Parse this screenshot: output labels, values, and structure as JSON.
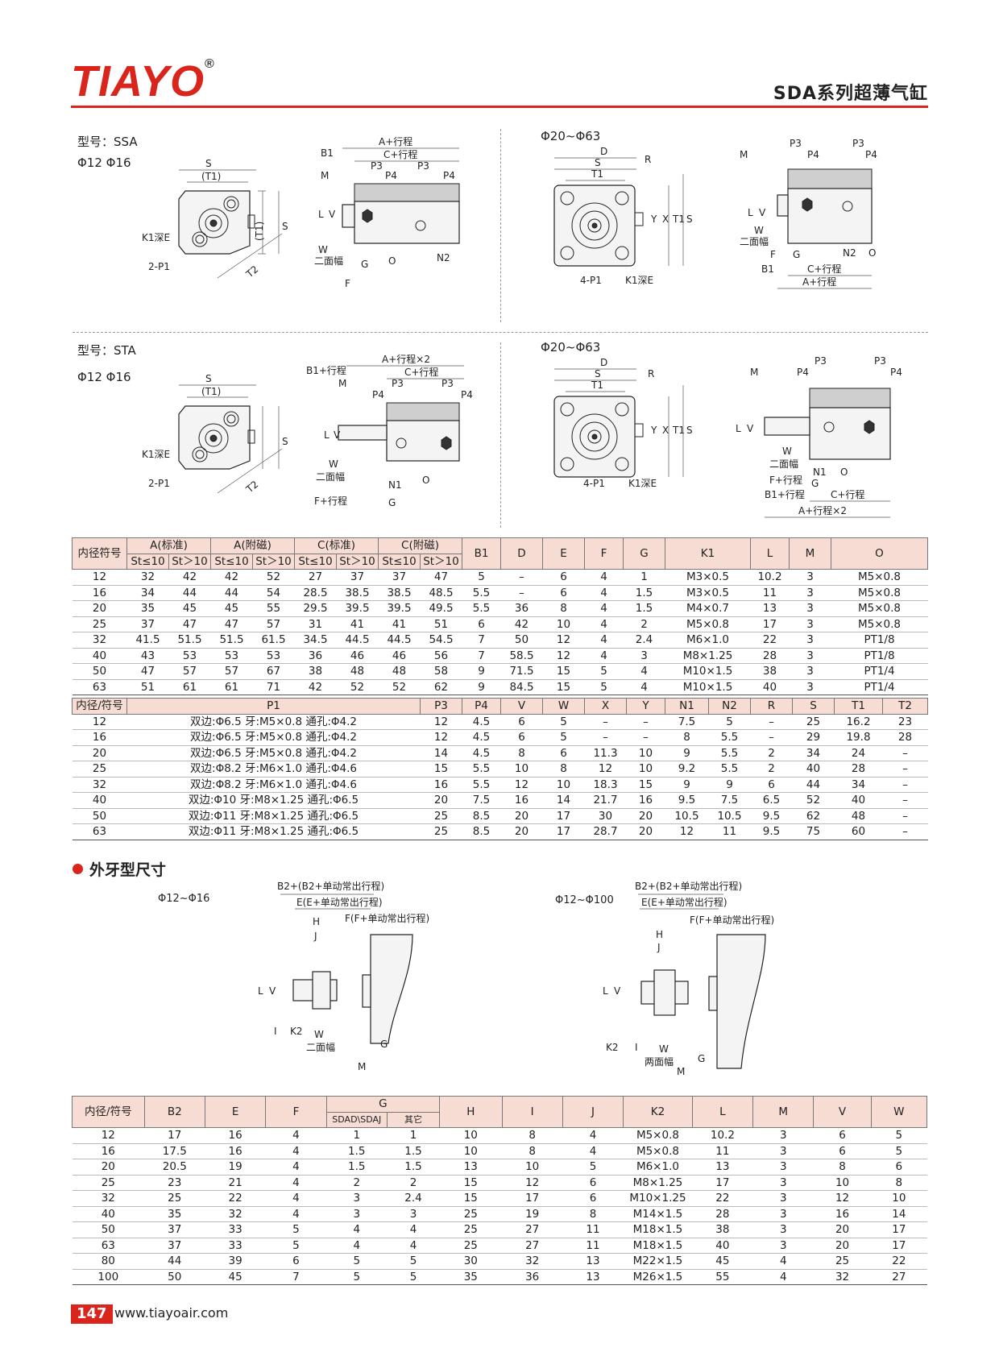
{
  "header": {
    "logo": "TIAYO",
    "registered_mark": "®",
    "series_title": "SDA系列超薄气缸"
  },
  "section_ssa": {
    "model_label": "型号：SSA",
    "bore_small": "Φ12 Φ16",
    "bore_large": "Φ20~Φ63"
  },
  "section_sta": {
    "model_label": "型号：STA",
    "bore_small": "Φ12 Φ16",
    "bore_large": "Φ20~Φ63"
  },
  "drawing_labels": {
    "S": "S",
    "T1p": "(T1)",
    "K1": "K1深E",
    "P1two": "2-P1",
    "T2": "T2",
    "P1four": "4-P1",
    "D": "D",
    "R": "R",
    "T1": "T1",
    "X": "X",
    "Y": "Y",
    "A_stroke": "A+行程",
    "C_stroke": "C+行程",
    "B1": "B1",
    "M": "M",
    "P3": "P3",
    "P4": "P4",
    "V": "V",
    "L": "L",
    "W": "W",
    "flats": "二面幅",
    "G": "G",
    "O": "O",
    "N2": "N2",
    "F": "F",
    "A_stroke2": "A+行程×2",
    "B1_stroke": "B1+行程",
    "F_stroke": "F+行程",
    "N1": "N1"
  },
  "table1": {
    "h_bore": "内径符号",
    "h_groups": [
      "A(标准)",
      "A(附磁)",
      "C(标准)",
      "C(附磁)"
    ],
    "h_sub": [
      "St≤10",
      "St＞10"
    ],
    "h_rest": [
      "B1",
      "D",
      "E",
      "F",
      "G",
      "K1",
      "L",
      "M",
      "O"
    ],
    "rows": [
      [
        "12",
        "32",
        "42",
        "42",
        "52",
        "27",
        "37",
        "37",
        "47",
        "5",
        "–",
        "6",
        "4",
        "1",
        "M3×0.5",
        "10.2",
        "3",
        "M5×0.8"
      ],
      [
        "16",
        "34",
        "44",
        "44",
        "54",
        "28.5",
        "38.5",
        "38.5",
        "48.5",
        "5.5",
        "–",
        "6",
        "4",
        "1.5",
        "M3×0.5",
        "11",
        "3",
        "M5×0.8"
      ],
      [
        "20",
        "35",
        "45",
        "45",
        "55",
        "29.5",
        "39.5",
        "39.5",
        "49.5",
        "5.5",
        "36",
        "8",
        "4",
        "1.5",
        "M4×0.7",
        "13",
        "3",
        "M5×0.8"
      ],
      [
        "25",
        "37",
        "47",
        "47",
        "57",
        "31",
        "41",
        "41",
        "51",
        "6",
        "42",
        "10",
        "4",
        "2",
        "M5×0.8",
        "17",
        "3",
        "M5×0.8"
      ],
      [
        "32",
        "41.5",
        "51.5",
        "51.5",
        "61.5",
        "34.5",
        "44.5",
        "44.5",
        "54.5",
        "7",
        "50",
        "12",
        "4",
        "2.4",
        "M6×1.0",
        "22",
        "3",
        "PT1/8"
      ],
      [
        "40",
        "43",
        "53",
        "53",
        "53",
        "36",
        "46",
        "46",
        "56",
        "7",
        "58.5",
        "12",
        "4",
        "3",
        "M8×1.25",
        "28",
        "3",
        "PT1/8"
      ],
      [
        "50",
        "47",
        "57",
        "57",
        "67",
        "38",
        "48",
        "48",
        "58",
        "9",
        "71.5",
        "15",
        "5",
        "4",
        "M10×1.5",
        "38",
        "3",
        "PT1/4"
      ],
      [
        "63",
        "51",
        "61",
        "61",
        "71",
        "42",
        "52",
        "52",
        "62",
        "9",
        "84.5",
        "15",
        "5",
        "4",
        "M10×1.5",
        "40",
        "3",
        "PT1/4"
      ]
    ]
  },
  "table2": {
    "headers": [
      "内径/符号",
      "P1",
      "P3",
      "P4",
      "V",
      "W",
      "X",
      "Y",
      "N1",
      "N2",
      "R",
      "S",
      "T1",
      "T2"
    ],
    "rows": [
      [
        "12",
        "双边:Φ6.5 牙:M5×0.8 通孔:Φ4.2",
        "12",
        "4.5",
        "6",
        "5",
        "–",
        "–",
        "7.5",
        "5",
        "–",
        "25",
        "16.2",
        "23"
      ],
      [
        "16",
        "双边:Φ6.5 牙:M5×0.8 通孔:Φ4.2",
        "12",
        "4.5",
        "6",
        "5",
        "–",
        "–",
        "8",
        "5.5",
        "–",
        "29",
        "19.8",
        "28"
      ],
      [
        "20",
        "双边:Φ6.5 牙:M5×0.8 通孔:Φ4.2",
        "14",
        "4.5",
        "8",
        "6",
        "11.3",
        "10",
        "9",
        "5.5",
        "2",
        "34",
        "24",
        "–"
      ],
      [
        "25",
        "双边:Φ8.2 牙:M6×1.0 通孔:Φ4.6",
        "15",
        "5.5",
        "10",
        "8",
        "12",
        "10",
        "9.2",
        "5.5",
        "2",
        "40",
        "28",
        "–"
      ],
      [
        "32",
        "双边:Φ8.2 牙:M6×1.0 通孔:Φ4.6",
        "16",
        "5.5",
        "12",
        "10",
        "18.3",
        "15",
        "9",
        "9",
        "6",
        "44",
        "34",
        "–"
      ],
      [
        "40",
        "双边:Φ10 牙:M8×1.25 通孔:Φ6.5",
        "20",
        "7.5",
        "16",
        "14",
        "21.7",
        "16",
        "9.5",
        "7.5",
        "6.5",
        "52",
        "40",
        "–"
      ],
      [
        "50",
        "双边:Φ11 牙:M8×1.25 通孔:Φ6.5",
        "25",
        "8.5",
        "20",
        "17",
        "30",
        "20",
        "10.5",
        "10.5",
        "9.5",
        "62",
        "48",
        "–"
      ],
      [
        "63",
        "双边:Φ11 牙:M8×1.25 通孔:Φ6.5",
        "25",
        "8.5",
        "20",
        "17",
        "28.7",
        "20",
        "12",
        "11",
        "9.5",
        "75",
        "60",
        "–"
      ]
    ]
  },
  "male_thread": {
    "title": "外牙型尺寸",
    "small_bore": "Φ12~Φ16",
    "large_bore": "Φ12~Φ100",
    "labels": {
      "B2": "B2+(B2+单动常出行程)",
      "E": "E(E+单动常出行程)",
      "F": "F(F+单动常出行程)",
      "H": "H",
      "J": "J",
      "L": "L",
      "V": "V",
      "I": "I",
      "K2": "K2",
      "W": "W",
      "flats2": "二面幅",
      "flats_both": "两面幅",
      "G": "G",
      "M": "M"
    }
  },
  "table3": {
    "headers": [
      "内径/符号",
      "B2",
      "E",
      "F",
      "G",
      "H",
      "I",
      "J",
      "K2",
      "L",
      "M",
      "V",
      "W"
    ],
    "g_sub": [
      "SDAD\\SDAJ",
      "其它"
    ],
    "rows": [
      [
        "12",
        "17",
        "16",
        "4",
        "1",
        "1",
        "10",
        "8",
        "4",
        "M5×0.8",
        "10.2",
        "3",
        "6",
        "5"
      ],
      [
        "16",
        "17.5",
        "16",
        "4",
        "1.5",
        "1.5",
        "10",
        "8",
        "4",
        "M5×0.8",
        "11",
        "3",
        "6",
        "5"
      ],
      [
        "20",
        "20.5",
        "19",
        "4",
        "1.5",
        "1.5",
        "13",
        "10",
        "5",
        "M6×1.0",
        "13",
        "3",
        "8",
        "6"
      ],
      [
        "25",
        "23",
        "21",
        "4",
        "2",
        "2",
        "15",
        "12",
        "6",
        "M8×1.25",
        "17",
        "3",
        "10",
        "8"
      ],
      [
        "32",
        "25",
        "22",
        "4",
        "3",
        "2.4",
        "15",
        "17",
        "6",
        "M10×1.25",
        "22",
        "3",
        "12",
        "10"
      ],
      [
        "40",
        "35",
        "32",
        "4",
        "3",
        "3",
        "25",
        "19",
        "8",
        "M14×1.5",
        "28",
        "3",
        "16",
        "14"
      ],
      [
        "50",
        "37",
        "33",
        "5",
        "4",
        "4",
        "25",
        "27",
        "11",
        "M18×1.5",
        "38",
        "3",
        "20",
        "17"
      ],
      [
        "63",
        "37",
        "33",
        "5",
        "4",
        "4",
        "25",
        "27",
        "11",
        "M18×1.5",
        "40",
        "3",
        "20",
        "17"
      ],
      [
        "80",
        "44",
        "39",
        "6",
        "5",
        "5",
        "30",
        "32",
        "13",
        "M22×1.5",
        "45",
        "4",
        "25",
        "22"
      ],
      [
        "100",
        "50",
        "45",
        "7",
        "5",
        "5",
        "35",
        "36",
        "13",
        "M26×1.5",
        "55",
        "4",
        "32",
        "27"
      ]
    ]
  },
  "footer": {
    "page_number": "147",
    "website": "www.tiayoair.com"
  }
}
